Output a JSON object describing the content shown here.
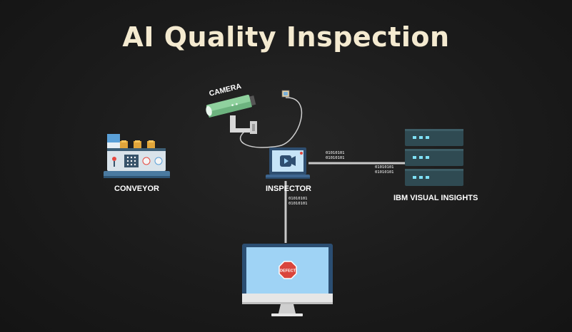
{
  "title": "AI Quality Inspection",
  "nodes": {
    "camera": {
      "label": "CAMERA"
    },
    "conveyor": {
      "label": "CONVEYOR"
    },
    "inspector": {
      "label": "INSPECTOR"
    },
    "visual_insights": {
      "label": "IBM VISUAL INSIGHTS"
    },
    "monitor": {
      "badge": "DEFECT"
    }
  },
  "binary": {
    "inspector_to_server_top": [
      "01010101",
      "01010101"
    ],
    "inspector_to_server_bottom": [
      "01010101",
      "01010101"
    ],
    "inspector_to_monitor": [
      "01010101",
      "01010101"
    ]
  },
  "colors": {
    "title": "#f4ead0",
    "link": "#c8c8c8",
    "camera_green": "#8fd19e",
    "screen_blue": "#9fd3f5",
    "server": "#2f4a52",
    "server_led": "#7fe0f5",
    "stop_red": "#d9453c"
  }
}
